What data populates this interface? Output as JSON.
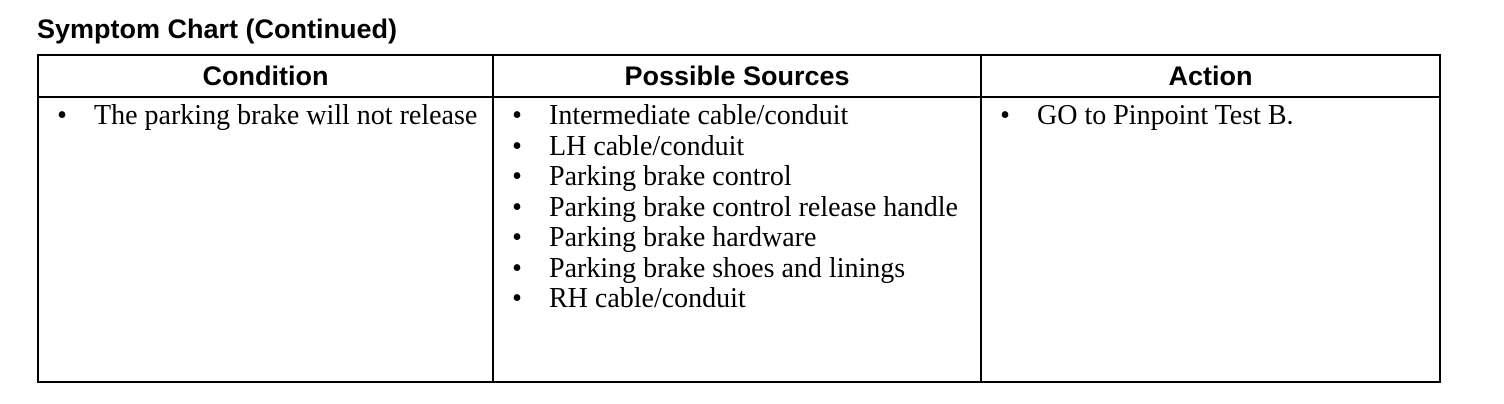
{
  "title": "Symptom Chart (Continued)",
  "columns": [
    "Condition",
    "Possible Sources",
    "Action"
  ],
  "bullet_glyph": "•",
  "rows": [
    {
      "condition": [
        "The parking brake will not release"
      ],
      "sources": [
        "Intermediate cable/conduit",
        "LH cable/conduit",
        "Parking brake control",
        "Parking brake control release handle",
        "Parking brake hardware",
        "Parking brake shoes and linings",
        "RH cable/conduit"
      ],
      "action": [
        "GO to Pinpoint Test B."
      ]
    }
  ]
}
